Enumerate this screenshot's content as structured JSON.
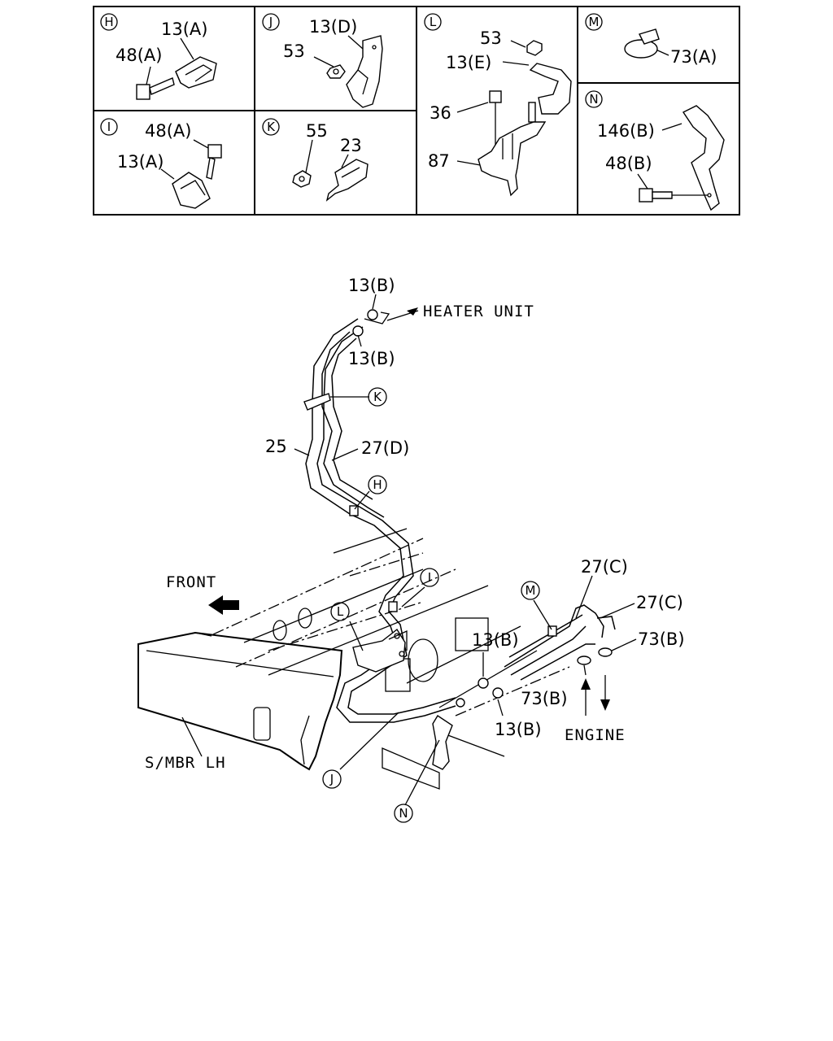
{
  "panels": {
    "H": {
      "marker": "H",
      "labels": [
        "13(A)",
        "48(A)"
      ]
    },
    "J": {
      "marker": "J",
      "labels": [
        "13(D)",
        "53"
      ]
    },
    "L": {
      "marker": "L",
      "labels": [
        "53",
        "13(E)",
        "36",
        "87"
      ]
    },
    "M": {
      "marker": "M",
      "labels": [
        "73(A)"
      ]
    },
    "I": {
      "marker": "I",
      "labels": [
        "48(A)",
        "13(A)"
      ]
    },
    "K": {
      "marker": "K",
      "labels": [
        "55",
        "23"
      ]
    },
    "N": {
      "marker": "N",
      "labels": [
        "146(B)",
        "48(B)"
      ]
    }
  },
  "main": {
    "part_labels": {
      "clamp_top_1": "13(B)",
      "clamp_top_2": "13(B)",
      "hose_25": "25",
      "hose_27d": "27(D)",
      "hose_27c_1": "27(C)",
      "hose_27c_2": "27(C)",
      "clip_73b_1": "73(B)",
      "clip_73b_2": "73(B)",
      "clamp_low_1": "13(B)",
      "clamp_low_2": "13(B)"
    },
    "callouts": [
      "K",
      "H",
      "I",
      "L",
      "M",
      "J",
      "N"
    ],
    "text": {
      "heater_unit": "HEATER UNIT",
      "front": "FRONT",
      "engine": "ENGINE",
      "side_member": "S/MBR LH"
    }
  }
}
